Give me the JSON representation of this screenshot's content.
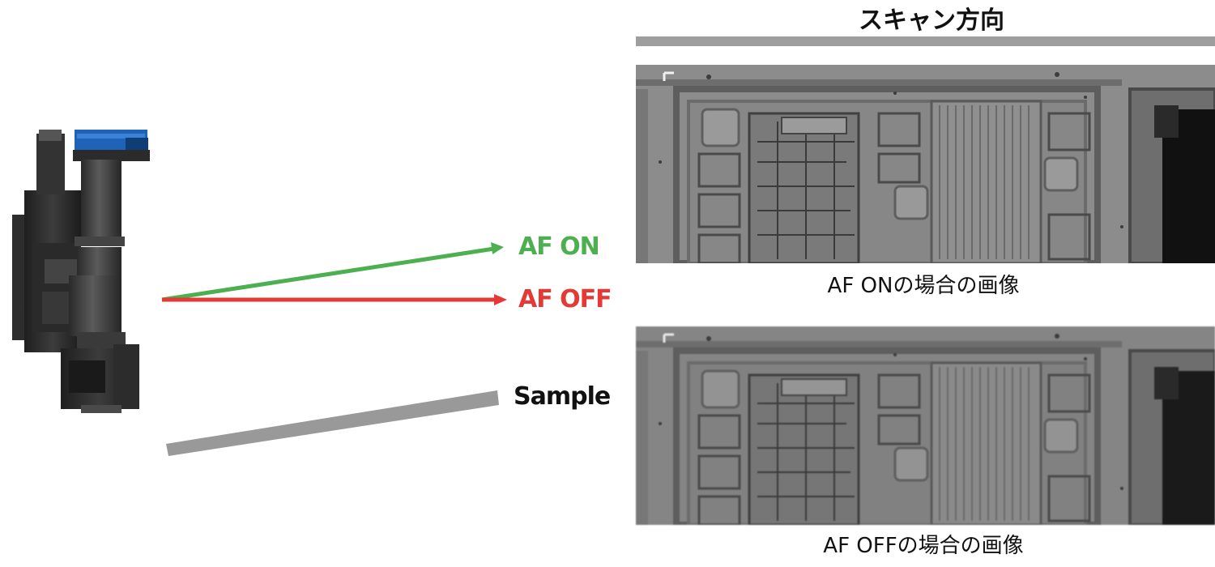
{
  "diagram": {
    "af_on_label": "AF ON",
    "af_off_label": "AF OFF",
    "sample_label": "Sample",
    "af_on_color": "#4caf50",
    "af_off_color": "#e53935",
    "sample_color": "#999999"
  },
  "scan": {
    "title": "スキャン方向"
  },
  "images": {
    "af_on_caption": "AF ONの場合の画像",
    "af_off_caption": "AF OFFの場合の画像"
  }
}
